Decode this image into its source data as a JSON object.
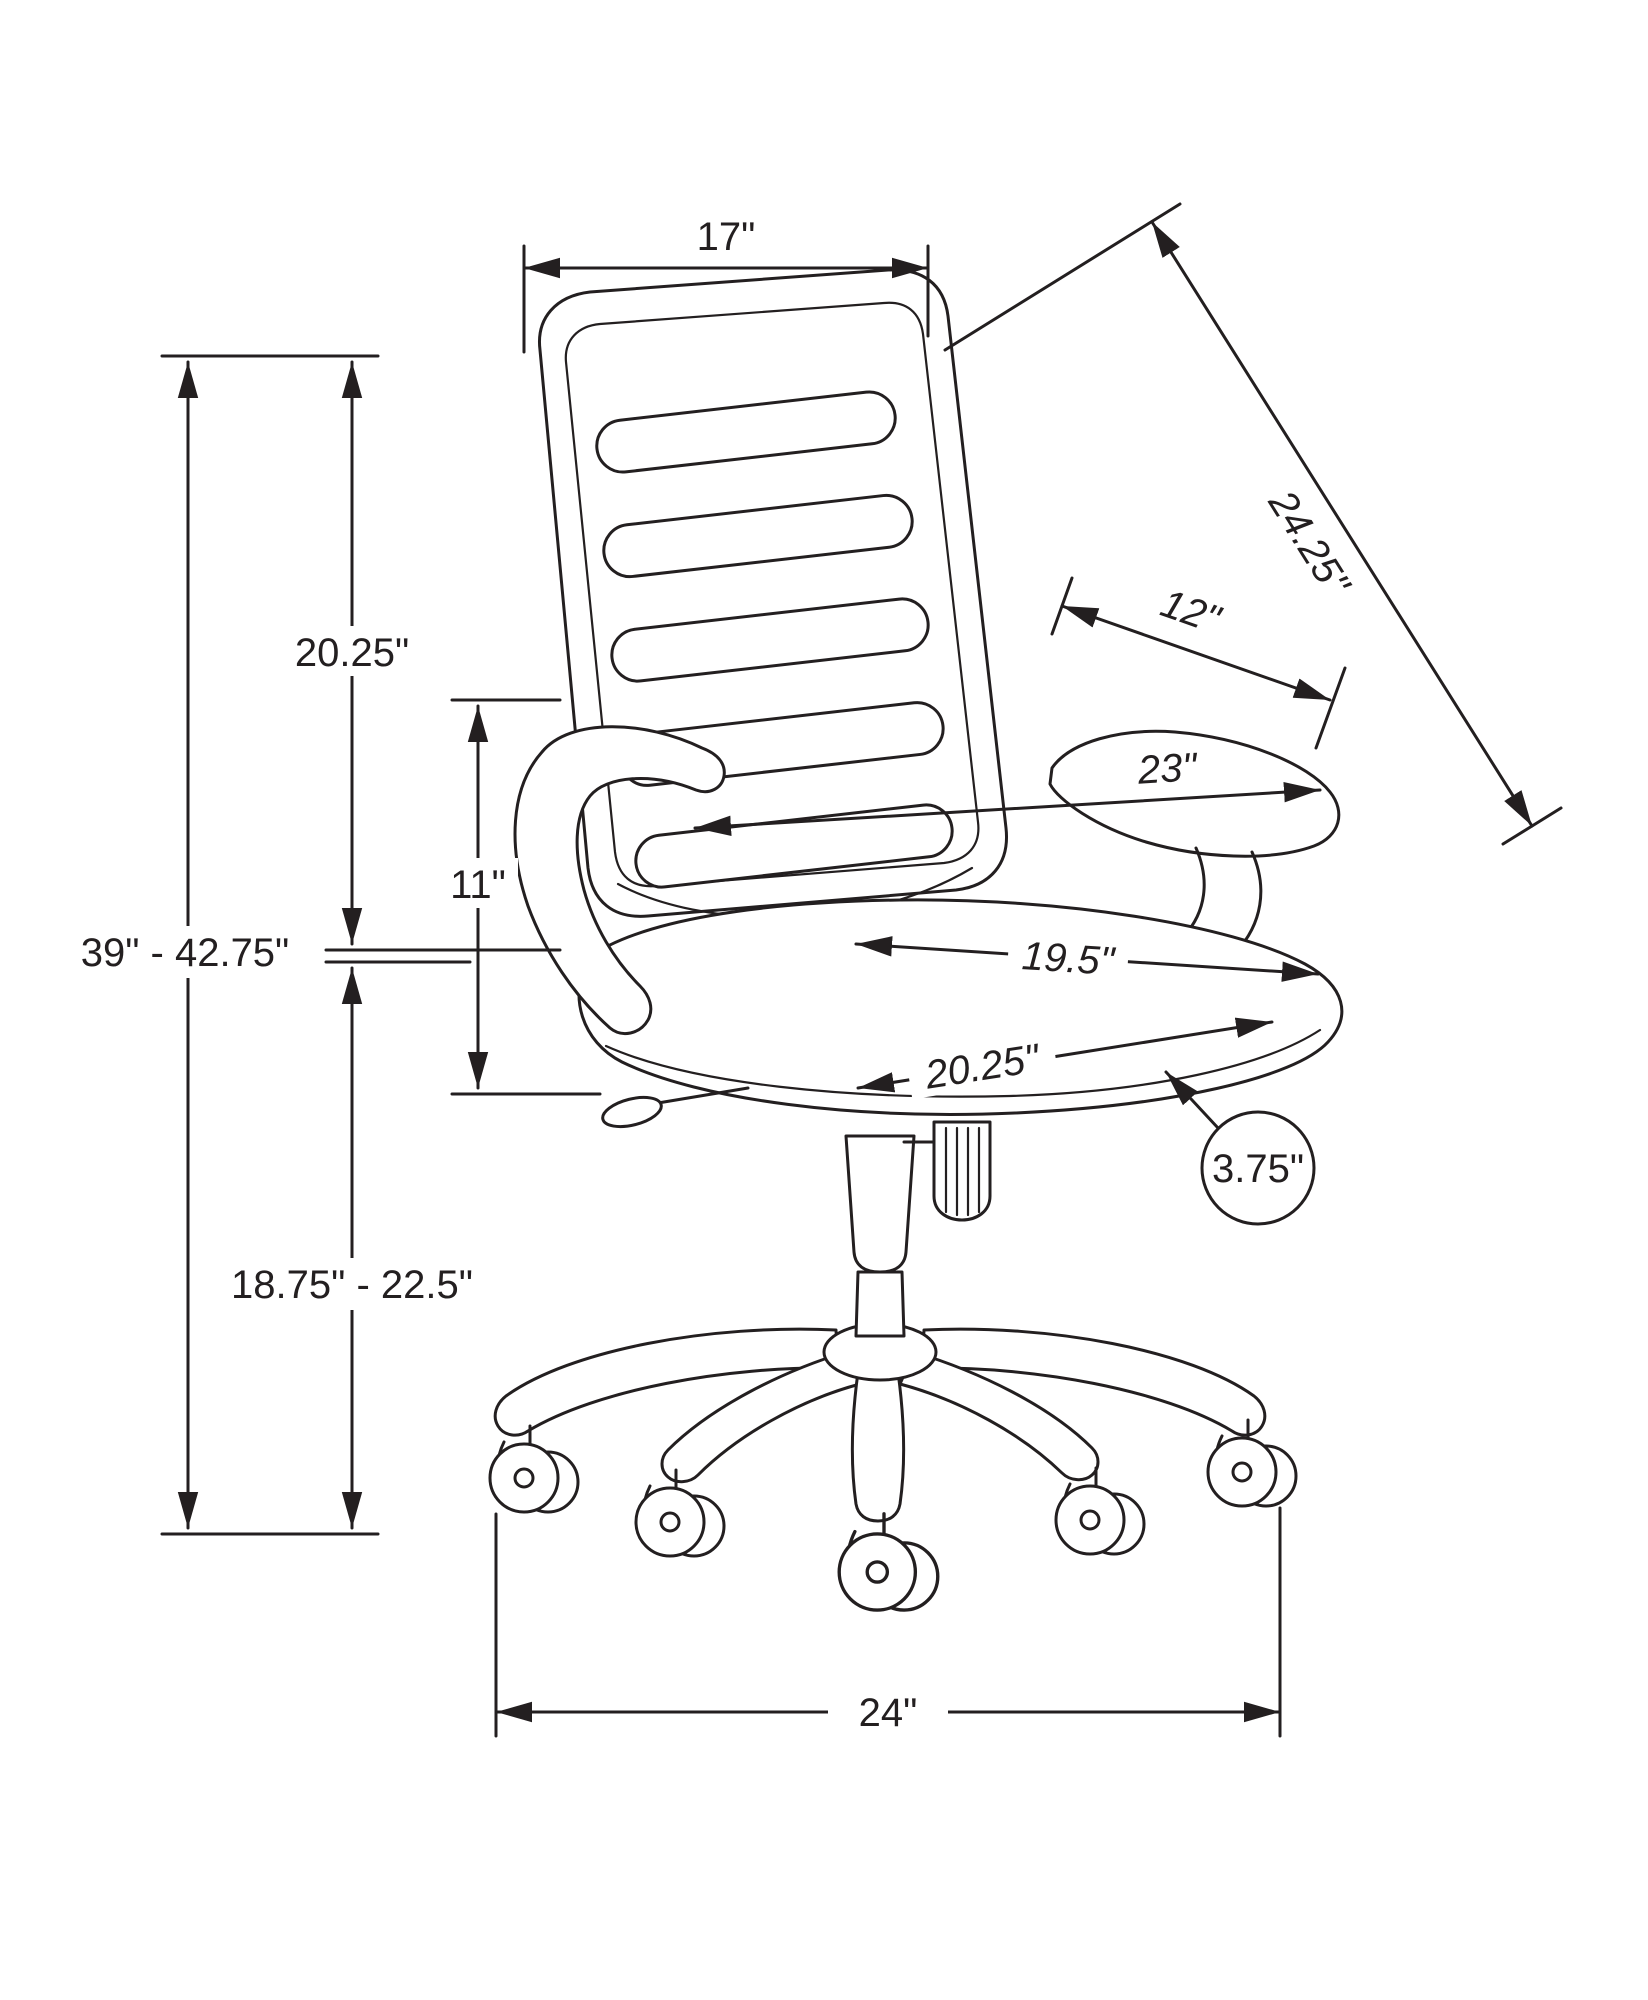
{
  "page": {
    "background": "#ffffff"
  },
  "diagram": {
    "subject": "office-chair-dimension-drawing",
    "line_color": "#231f20",
    "dimensions": {
      "back_width": "17\"",
      "back_diagonal": "24.25\"",
      "back_height": "20.25\"",
      "arm_pad_length": "12\"",
      "overall_width": "23\"",
      "overall_height": "39\" - 42.75\"",
      "armrest_height": "11\"",
      "seat_depth": "19.5\"",
      "seat_width": "20.25\"",
      "seat_thickness": "3.75\"",
      "seat_height": "18.75\" - 22.5\"",
      "base_width": "24\""
    }
  }
}
